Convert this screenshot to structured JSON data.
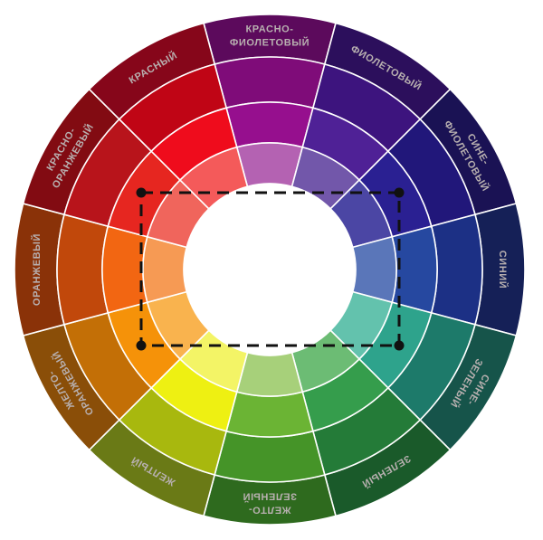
{
  "wheel": {
    "label_color": "#b8b0b0",
    "divider_color": "#ffffff",
    "segments": [
      {
        "labels": [
          "КРАСНО-",
          "ФИОЛЕТОВЫЙ"
        ],
        "colors": [
          "#5c0a5c",
          "#7f0c79",
          "#960f8e",
          "#b462b2"
        ]
      },
      {
        "labels": [
          "ФИОЛЕТОВЫЙ"
        ],
        "colors": [
          "#2c0f5c",
          "#3d147e",
          "#4f2196",
          "#7257aa"
        ]
      },
      {
        "labels": [
          "СИНЕ-",
          "ФИОЛЕТОВЫЙ"
        ],
        "colors": [
          "#1a1254",
          "#21177a",
          "#2a2092",
          "#4b46a4"
        ]
      },
      {
        "labels": [
          "СИНИЙ"
        ],
        "colors": [
          "#152057",
          "#1c3085",
          "#2648a0",
          "#5a76b9"
        ]
      },
      {
        "labels": [
          "СИНЕ-",
          "ЗЕЛЕНЫЙ"
        ],
        "colors": [
          "#16544a",
          "#1d7a6a",
          "#2ea38c",
          "#63c2ad"
        ]
      },
      {
        "labels": [
          "ЗЕЛЕНЫЙ"
        ],
        "colors": [
          "#1a5a2a",
          "#247b38",
          "#359d4c",
          "#6cbc74"
        ]
      },
      {
        "labels": [
          "ЖЕЛТО-",
          "ЗЕЛЕНЫЙ"
        ],
        "colors": [
          "#2e6a1e",
          "#459428",
          "#6bb434",
          "#a7d07a"
        ]
      },
      {
        "labels": [
          "ЖЕЛТЫЙ"
        ],
        "colors": [
          "#6a7a16",
          "#a8b80e",
          "#eef012",
          "#f3f466"
        ]
      },
      {
        "labels": [
          "ЖЕЛТО-",
          "ОРАНЖЕВЫЙ"
        ],
        "colors": [
          "#8a4e08",
          "#c36f06",
          "#f59209",
          "#f9b34e"
        ]
      },
      {
        "labels": [
          "ОРАНЖЕВЫЙ"
        ],
        "colors": [
          "#8a3208",
          "#c1480b",
          "#f26612",
          "#f69a54"
        ]
      },
      {
        "labels": [
          "КРАСНО-",
          "ОРАНЖЕВЫЙ"
        ],
        "colors": [
          "#820b12",
          "#b8141b",
          "#e62620",
          "#f0655c"
        ]
      },
      {
        "labels": [
          "КРАСНЫЙ"
        ],
        "colors": [
          "#86061a",
          "#c00515",
          "#ef0c1c",
          "#f45a5a"
        ]
      }
    ]
  },
  "selection": {
    "stroke_color": "#111111",
    "handle_color": "#111111"
  }
}
